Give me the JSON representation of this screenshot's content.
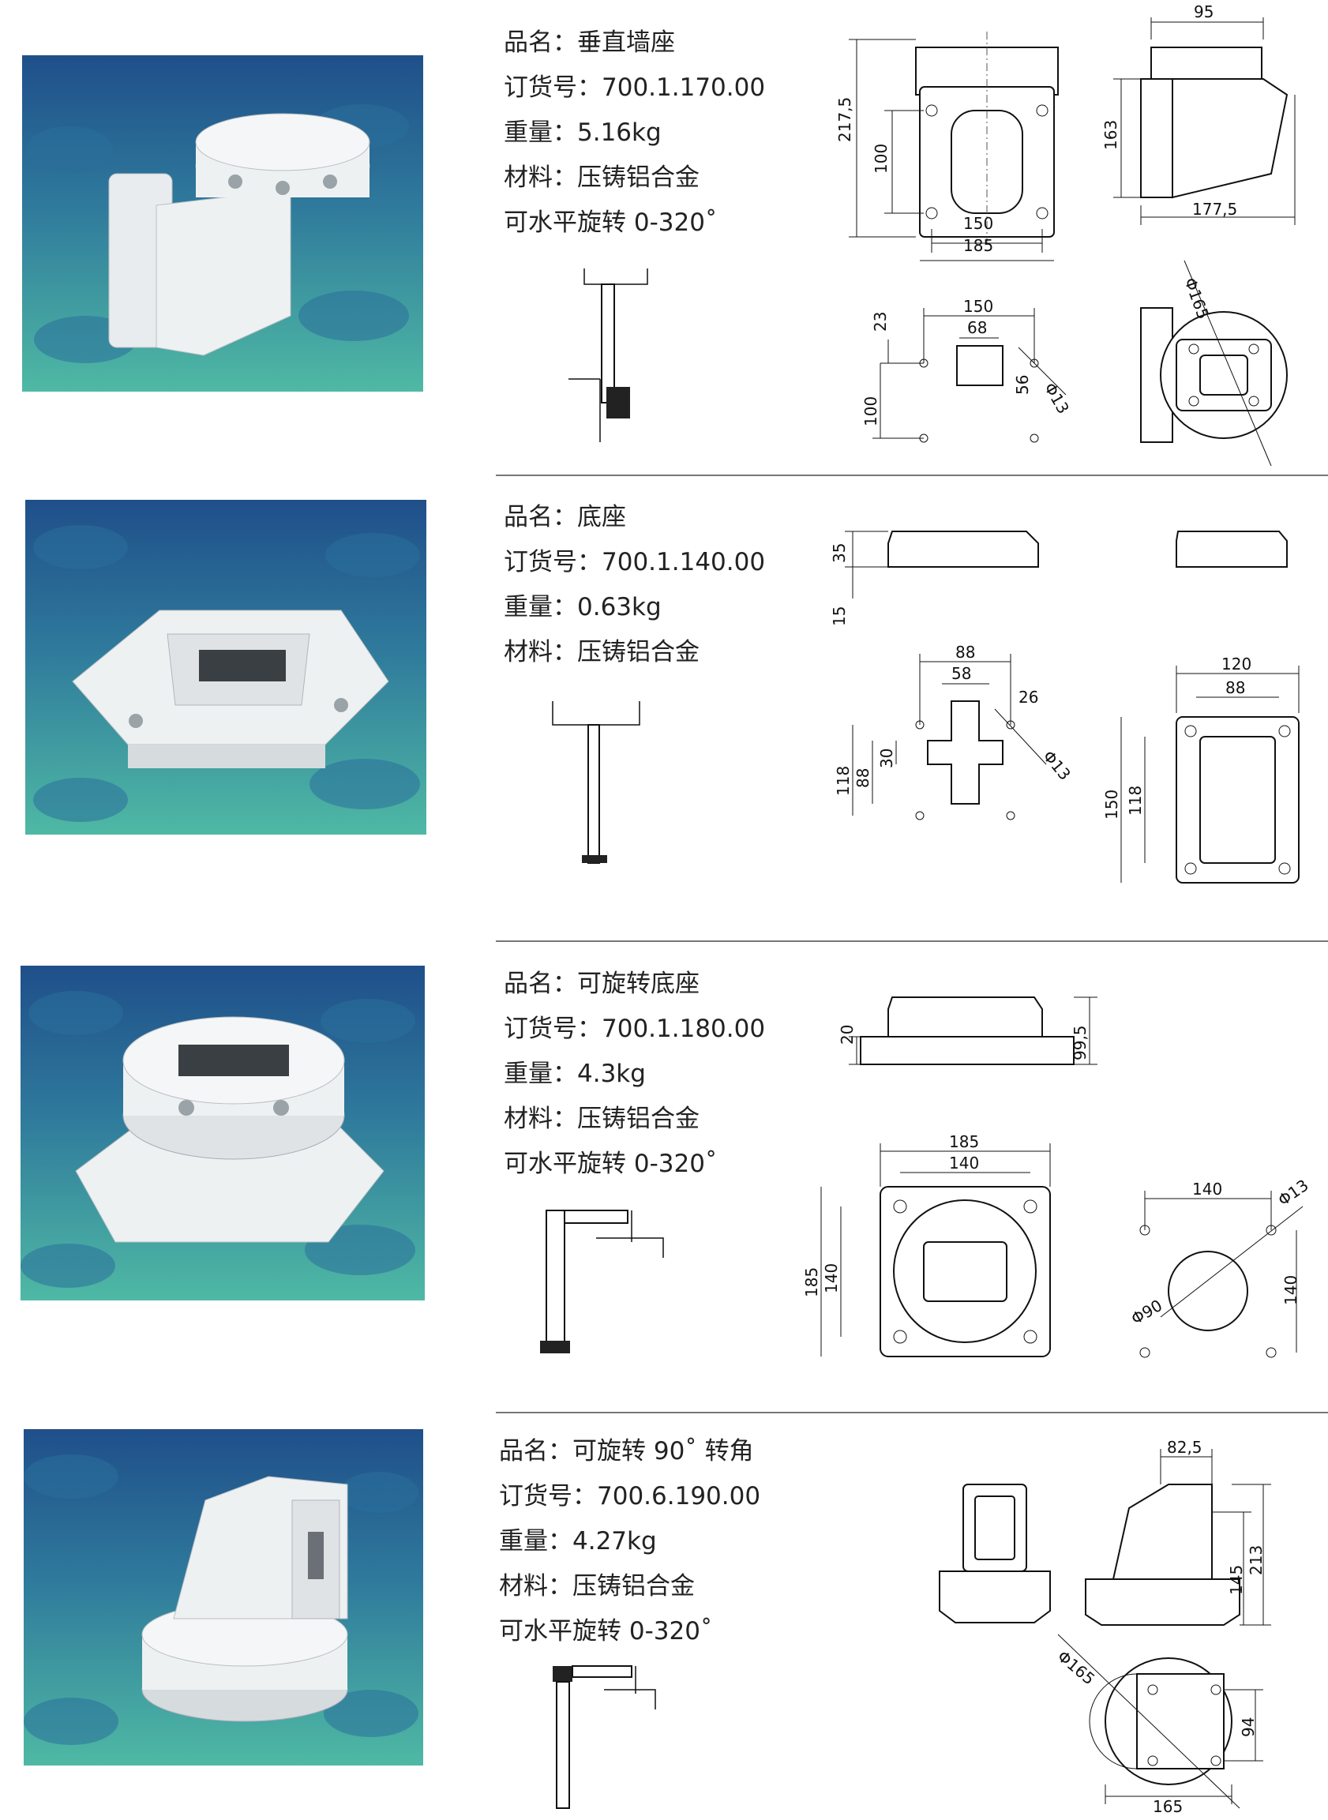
{
  "colors": {
    "photo_top": "#1f4f8a",
    "photo_bottom": "#4fb9a4",
    "divider": "#777777"
  },
  "products": [
    {
      "name": "品名：垂直墙座",
      "order": "订货号：700.1.170.00",
      "weight": "重量：5.16kg",
      "material": "材料：压铸铝合金",
      "rotation": "可水平旋转 0-320˚",
      "dims": {
        "d1": "217,5",
        "d2": "100",
        "d3": "150",
        "d4": "185",
        "d5": "95",
        "d6": "163",
        "d7": "177,5",
        "d8": "150",
        "d9": "68",
        "d10": "23",
        "d11": "56",
        "d12": "100",
        "d13": "Φ13",
        "d14": "Φ165"
      }
    },
    {
      "name": "品名：底座",
      "order": "订货号：700.1.140.00",
      "weight": "重量：0.63kg",
      "material": "材料：压铸铝合金",
      "dims": {
        "d1": "35",
        "d2": "15",
        "d3": "88",
        "d4": "58",
        "d5": "26",
        "d6": "Φ13",
        "d7": "118",
        "d8": "88",
        "d9": "30",
        "d10": "120",
        "d11": "88",
        "d12": "150",
        "d13": "118"
      }
    },
    {
      "name": "品名：可旋转底座",
      "order": "订货号：700.1.180.00",
      "weight": "重量：4.3kg",
      "material": "材料：压铸铝合金",
      "rotation": "可水平旋转 0-320˚",
      "dims": {
        "d1": "20",
        "d2": "99,5",
        "d3": "185",
        "d4": "140",
        "d5": "185",
        "d6": "140",
        "d7": "140",
        "d8": "Φ13",
        "d9": "Φ90",
        "d10": "140"
      }
    },
    {
      "name": "品名：可旋转 90˚ 转角",
      "order": "订货号：700.6.190.00",
      "weight": "重量：4.27kg",
      "material": "材料：压铸铝合金",
      "rotation": "可水平旋转 0-320˚",
      "dims": {
        "d1": "82,5",
        "d2": "213",
        "d3": "145",
        "d4": "Φ165",
        "d5": "94",
        "d6": "165"
      }
    }
  ]
}
